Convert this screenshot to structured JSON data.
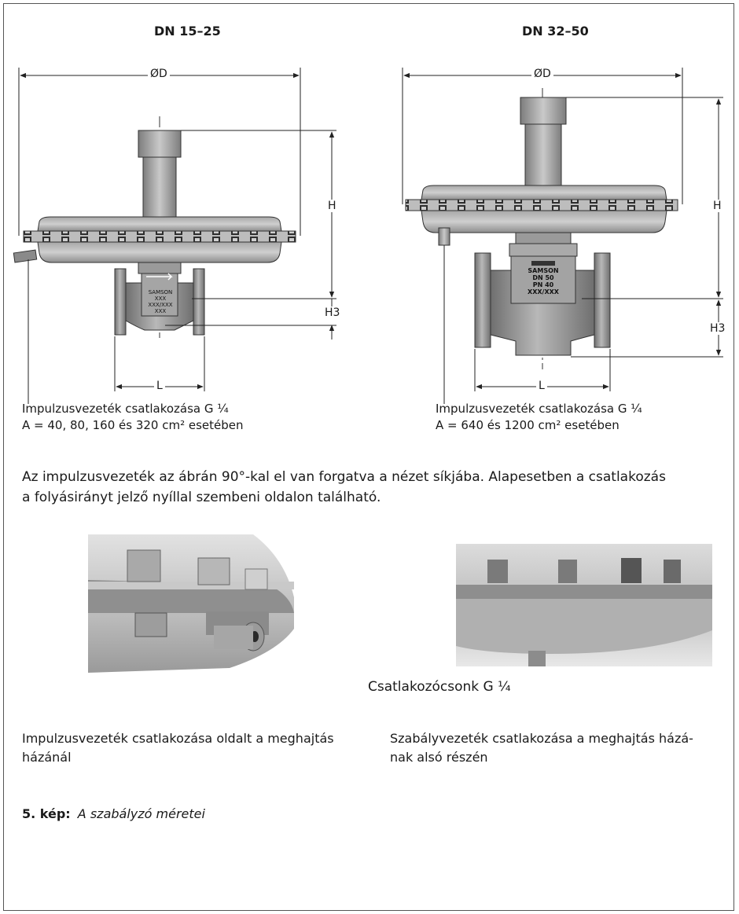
{
  "left_drawing": {
    "title": "DN 15–25",
    "dim_d": "ØD",
    "dim_h": "H",
    "dim_h3": "H3",
    "dim_l": "L",
    "valve_marking": [
      "SAMSON",
      "XXX",
      "XXX/XXX",
      "XXX"
    ],
    "caption_line1": "Impulzusvezeték csatlakozása G ¼",
    "caption_line2": "A = 40, 80, 160 és 320 cm² esetében"
  },
  "right_drawing": {
    "title": "DN 32–50",
    "dim_d": "ØD",
    "dim_h": "H",
    "dim_h3": "H3",
    "dim_l": "L",
    "valve_marking": [
      "SAMSON",
      "DN 50",
      "PN 40",
      "XXX/XXX"
    ],
    "caption_line1": "Impulzusvezeték csatlakozása G ¼",
    "caption_line2": "A = 640 és 1200 cm² esetében"
  },
  "note": {
    "line1": "Az impulzusvezeték az ábrán 90°-kal el van forgatva a nézet síkjába. Alapesetben a csatlakozás",
    "line2": "a folyásirányt jelző nyíllal szembeni oldalon található."
  },
  "photos": {
    "connector_label": "Csatlakozócsonk G ¼",
    "left_caption_line1": "Impulzusvezeték csatlakozása oldalt a meghajtás",
    "left_caption_line2": "házánál",
    "right_caption_line1": "Szabályvezeték csatlakozása a meghajtás házá-",
    "right_caption_line2": "nak alsó részén"
  },
  "figure": {
    "number": "5. kép:",
    "title": "A szabályzó méretei"
  }
}
